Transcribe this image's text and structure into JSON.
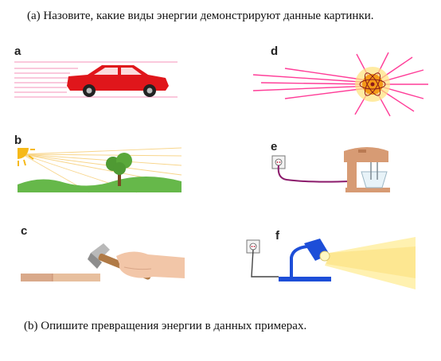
{
  "question_a": "(a)  Назовите, какие виды энергии демонстрируют данные картинки.",
  "question_b": "(b)  Опишите превращения энергии в данных примерах.",
  "labels": {
    "a": "a",
    "b": "b",
    "c": "c",
    "d": "d",
    "e": "e",
    "f": "f"
  },
  "pictures": {
    "a": {
      "depicts": "moving car with speed lines",
      "icon": "car-icon",
      "color": "#e0161b"
    },
    "b": {
      "depicts": "sun shining on a tree and hills",
      "icon": "sun-icon",
      "color": "#f6b919"
    },
    "c": {
      "depicts": "hand hammering a nail into a board",
      "icon": "hammer-icon",
      "color": "#c9a07a"
    },
    "d": {
      "depicts": "radiating star with atom",
      "icon": "atom-icon",
      "color": "#ff2f8e"
    },
    "e": {
      "depicts": "electric mixer plugged into a socket",
      "icon": "mixer-icon",
      "color": "#8b1a6b"
    },
    "f": {
      "depicts": "desk lamp plugged into socket emitting light",
      "icon": "lamp-icon",
      "color": "#1d4ed8"
    }
  }
}
